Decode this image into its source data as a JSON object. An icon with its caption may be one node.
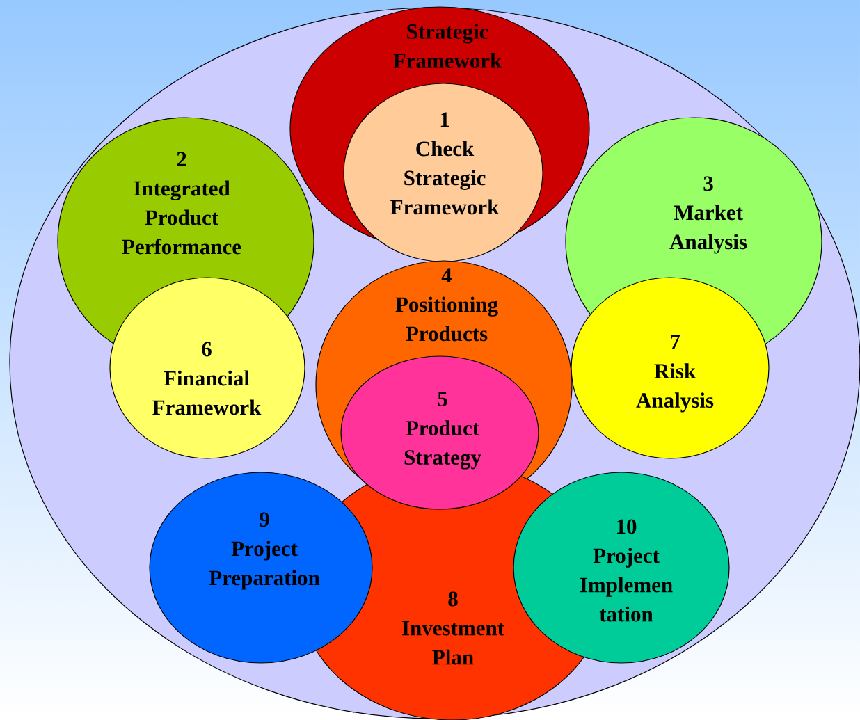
{
  "diagram": {
    "nodes": [
      {
        "text": [],
        "shape": "ellipse"
      },
      {
        "text": [
          "Strategic Framework"
        ],
        "in": 0
      },
      {
        "text": [
          "1",
          "Check Strategic Framework"
        ],
        "in": 0
      },
      {
        "text": [
          "2",
          "Integrated Product Performance"
        ],
        "in": 0
      },
      {
        "text": [
          "3",
          "Market Analysis"
        ],
        "in": 0
      },
      {
        "text": [
          "4",
          "Positioning Products"
        ],
        "in": 0
      },
      {
        "text": [
          "5",
          "Product Strategy"
        ],
        "in": 5
      },
      {
        "text": [
          "6",
          "Financial Framework"
        ],
        "in": 0
      },
      {
        "text": [
          "7",
          "Risk Analysis"
        ],
        "in": 0
      },
      {
        "text": [
          "8",
          "Investment Plan"
        ],
        "in": 0
      },
      {
        "text": [
          "9",
          "Project Preparation"
        ],
        "in": 0
      },
      {
        "text": [
          "10",
          "Project Implemen tation"
        ],
        "in": 0
      }
    ]
  }
}
